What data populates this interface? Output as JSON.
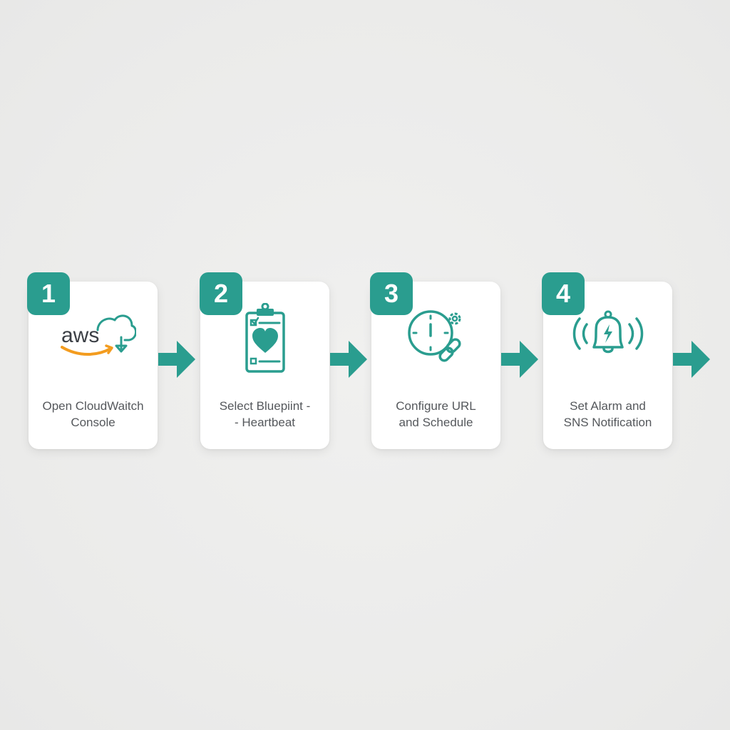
{
  "colors": {
    "accent": "#2a9d8f",
    "aws_orange": "#f39c1f",
    "aws_text": "#3b3f45",
    "label_text": "#55585c",
    "card_bg": "#ffffff",
    "page_bg": "#ededec"
  },
  "steps": [
    {
      "number": "1",
      "icon": "aws-cloud-download-icon",
      "icon_text": "aws",
      "label_lines": [
        "Open CloudWaitch",
        "Console"
      ]
    },
    {
      "number": "2",
      "icon": "clipboard-heart-icon",
      "label_lines": [
        "Select Bluepiint -",
        "- Heartbeat"
      ]
    },
    {
      "number": "3",
      "icon": "clock-gear-link-icon",
      "label_lines": [
        "Configure URL",
        "and Schedule"
      ]
    },
    {
      "number": "4",
      "icon": "alarm-bell-icon",
      "label_lines": [
        "Set Alarm and",
        "SNS Notification"
      ]
    }
  ],
  "arrows": [
    {
      "icon": "arrow-right-icon"
    },
    {
      "icon": "arrow-right-icon"
    },
    {
      "icon": "arrow-right-icon"
    },
    {
      "icon": "arrow-right-icon"
    }
  ]
}
